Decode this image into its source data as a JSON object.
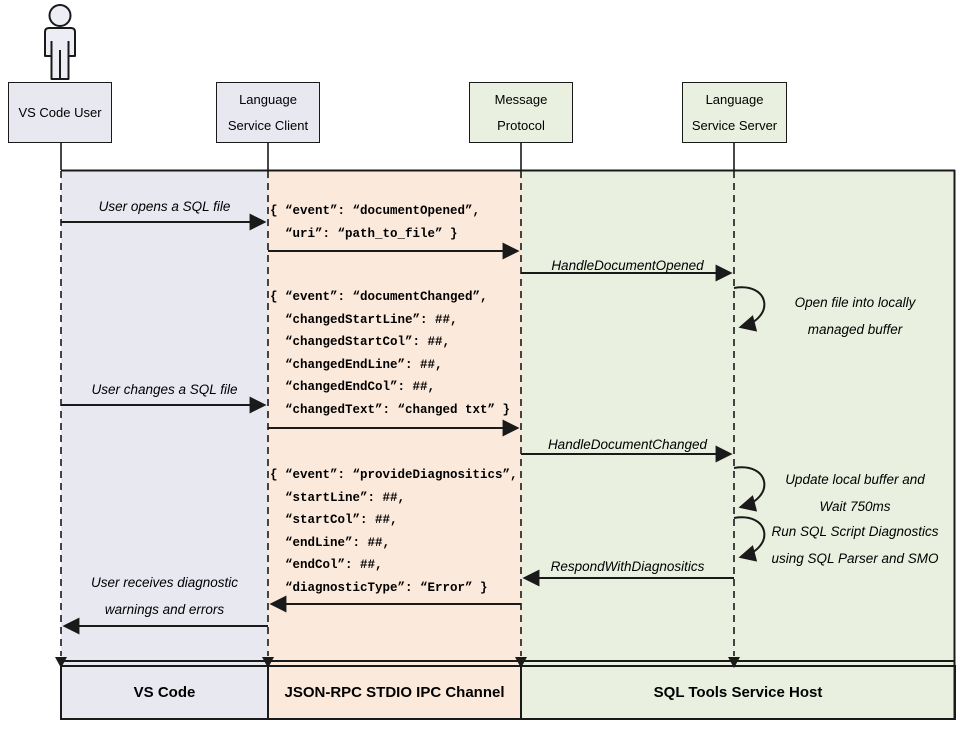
{
  "actors": [
    {
      "line1": "VS Code User",
      "line2": ""
    },
    {
      "line1": "Language",
      "line2": "Service Client"
    },
    {
      "line1": "Message",
      "line2": "Protocol"
    },
    {
      "line1": "Language",
      "line2": "Service Server"
    }
  ],
  "labels": {
    "user_opens": "User opens a SQL file",
    "handle_document_opened": "HandleDocumentOpened",
    "user_changes": "User changes a SQL file",
    "handle_document_changed": "HandleDocumentChanged",
    "respond_with_diagnositics": "RespondWithDiagnositics",
    "user_receives": "User receives diagnostic\nwarnings and errors"
  },
  "payloads": {
    "document_opened": "{ “event”: “documentOpened”,\n  “uri”: “path_to_file” }",
    "document_changed": "{ “event”: “documentChanged”,\n  “changedStartLine”: ##,\n  “changedStartCol”: ##,\n  “changedEndLine”: ##,\n  “changedEndCol”: ##,\n  “changedText”: “changed txt” }",
    "provide_diagnositics": "{ “event”: “provideDiagnositics”,\n  “startLine”: ##,\n  “startCol”: ##,\n  “endLine”: ##,\n  “endCol”: ##,\n  “diagnosticType”: “Error” }"
  },
  "notes": {
    "open_file": "Open file into locally\nmanaged buffer",
    "update_buffer": "Update local buffer and\nWait 750ms",
    "run_diagnostics": "Run SQL Script Diagnostics\nusing SQL Parser and SMO"
  },
  "footer": {
    "vscode": "VS Code",
    "ipc": "JSON-RPC STDIO IPC Channel",
    "host": "SQL Tools Service Host"
  },
  "colors": {
    "lavender": "#E8E8F1",
    "peach": "#FBE9DB",
    "green": "#E9F0DF",
    "line": "#1A1A1A"
  }
}
